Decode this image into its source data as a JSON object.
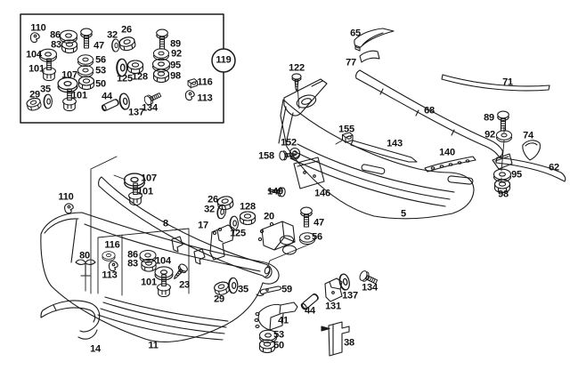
{
  "diagram": {
    "kind": "exploded-parts-diagram",
    "background": "#ffffff",
    "ink": "#1a1a1a",
    "callout_circle": "119",
    "icons": {
      "washer": "washer-icon",
      "washer_side": "washer-side-icon",
      "nut": "nut-icon",
      "bolt_head_up": "bolt-icon",
      "bolt_head_down": "stud-bolt-icon",
      "screw": "screw-icon",
      "clip": "clip-icon",
      "cage_nut": "cage-nut-icon",
      "spacer_sleeve": "sleeve-icon",
      "grommet": "grommet-icon"
    },
    "labels": {
      "box_110": "110",
      "box_86": "86",
      "box_83": "83",
      "box_47": "47",
      "box_32": "32",
      "box_26": "26",
      "box_89": "89",
      "box_92": "92",
      "box_95": "95",
      "box_98": "98",
      "box_104": "104",
      "box_101a": "101",
      "box_56": "56",
      "box_53": "53",
      "box_50": "50",
      "box_107": "107",
      "box_101b": "101",
      "box_125": "125",
      "box_128": "128",
      "box_29": "29",
      "box_35": "35",
      "box_44": "44",
      "box_137": "137",
      "box_134": "134",
      "box_116": "116",
      "box_113": "113",
      "main_65": "65",
      "main_77": "77",
      "main_71": "71",
      "main_68": "68",
      "main_122": "122",
      "main_89": "89",
      "main_92": "92",
      "main_74": "74",
      "main_143": "143",
      "main_140": "140",
      "main_62": "62",
      "main_95": "95",
      "main_98": "98",
      "main_155": "155",
      "main_152": "152",
      "main_158": "158",
      "main_149": "149",
      "main_146": "146",
      "main_5": "5",
      "main_110": "110",
      "main_107": "107",
      "main_101a": "101",
      "main_8": "8",
      "main_26": "26",
      "main_32": "32",
      "main_128": "128",
      "main_125": "125",
      "main_17": "17",
      "main_20": "20",
      "main_47": "47",
      "main_56": "56",
      "main_116": "116",
      "main_80": "80",
      "main_113": "113",
      "main_86": "86",
      "main_83": "83",
      "main_104": "104",
      "main_101b": "101",
      "main_23": "23",
      "main_29": "29",
      "main_35": "35",
      "main_59": "59",
      "main_44": "44",
      "main_131": "131",
      "main_137": "137",
      "main_134": "134",
      "main_41": "41",
      "main_53": "53",
      "main_50": "50",
      "main_38": "38",
      "main_14": "14",
      "main_11": "11"
    }
  }
}
